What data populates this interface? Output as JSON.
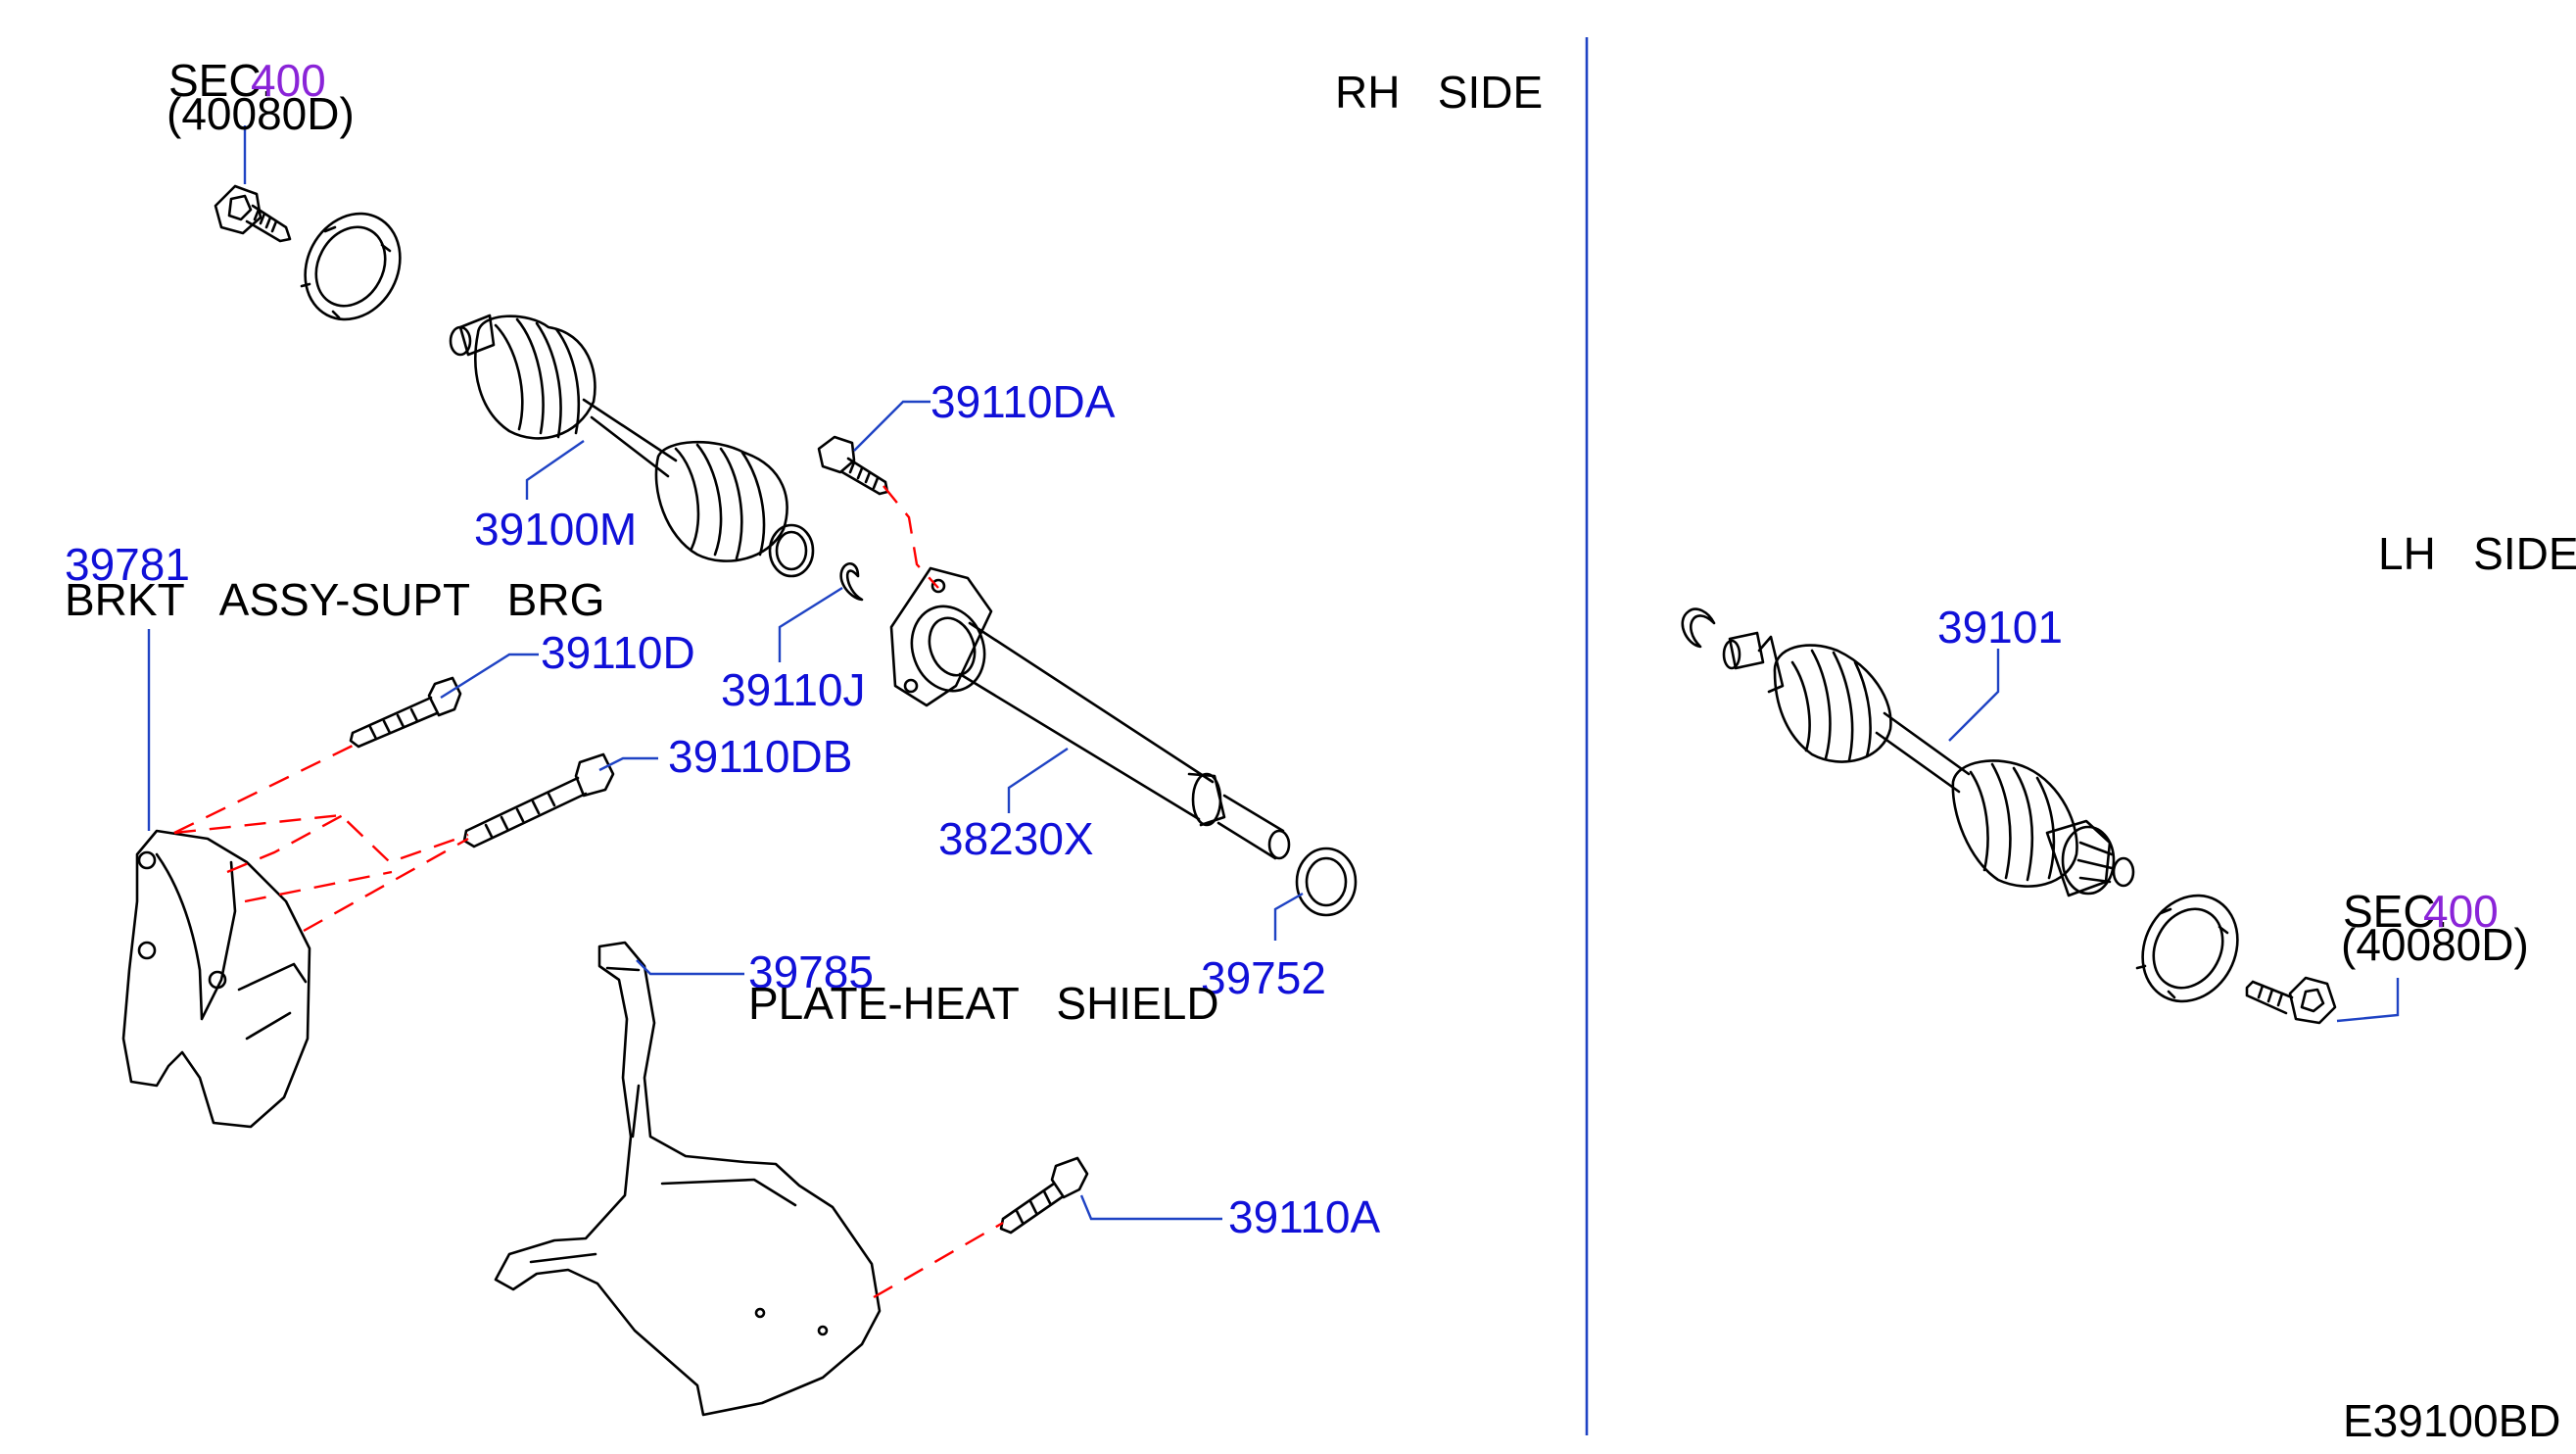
{
  "side_labels": {
    "rh": "RH   SIDE",
    "lh": "LH   SIDE"
  },
  "diagram_code": "E39100BD",
  "sections": {
    "rh_sec_prefix": "SEC.",
    "rh_sec_number": "400",
    "rh_sec_code": "(40080D)",
    "lh_sec_prefix": "SEC.",
    "lh_sec_number": "400",
    "lh_sec_code": "(40080D)"
  },
  "callouts": {
    "p39110DA": "39110DA",
    "p39100M": "39100M",
    "p39781": "39781",
    "p39781_name": "BRKT   ASSY-SUPT   BRG",
    "p39110D": "39110D",
    "p39110J": "39110J",
    "p39110DB": "39110DB",
    "p38230X": "38230X",
    "p39752": "39752",
    "p39785": "39785",
    "p39785_name": "PLATE-HEAT   SHIELD",
    "p39110A": "39110A",
    "p39101": "39101"
  },
  "colors": {
    "part_number_text": "#1010d8",
    "section_number_text": "#8a24d8",
    "leader_lines": "#1f43c4",
    "dashed_lines": "#ff0000"
  }
}
